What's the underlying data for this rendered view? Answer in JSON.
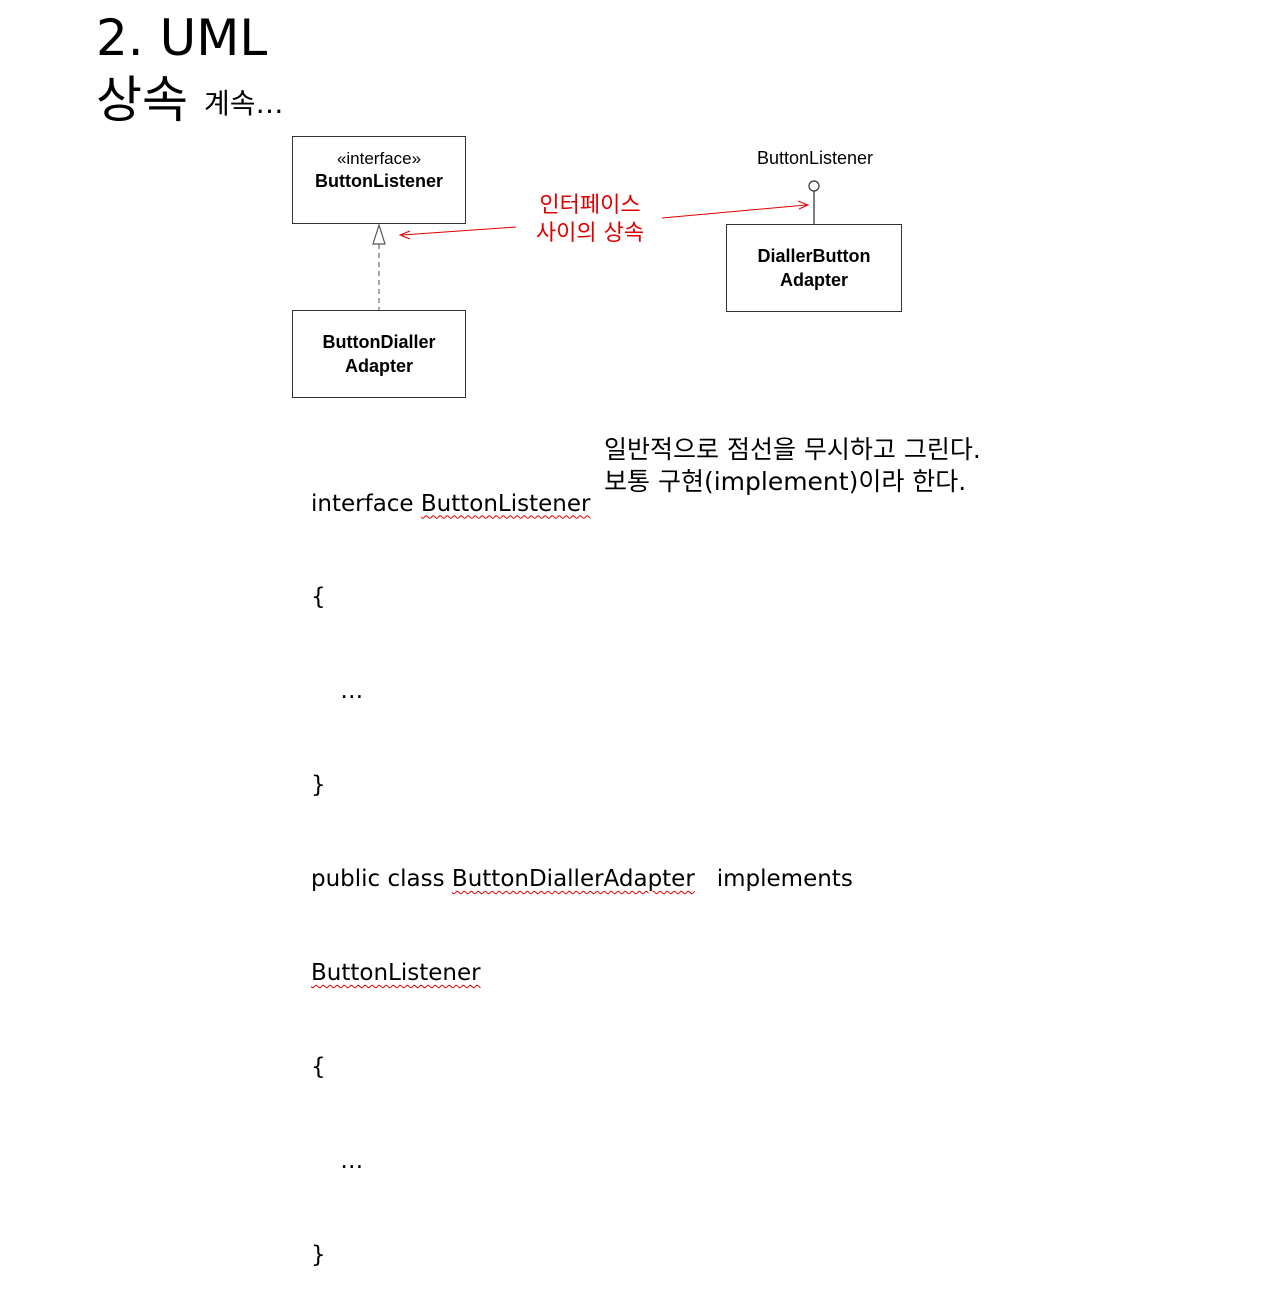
{
  "title": {
    "line1": "2. UML",
    "line2_main": "상속",
    "line2_sub": "계속…"
  },
  "diagram": {
    "interface_box": {
      "stereotype": "«interface»",
      "name": "ButtonListener"
    },
    "button_dialler_adapter": {
      "line1": "ButtonDialler",
      "line2": "Adapter"
    },
    "dialler_button_adapter": {
      "line1": "DiallerButton",
      "line2": "Adapter"
    },
    "lollipop_label": "ButtonListener",
    "annotation": {
      "line1": "인터페이스",
      "line2": "사이의 상속",
      "color": "#e00000"
    }
  },
  "code": {
    "l1_kw": "interface ",
    "l1_name": "ButtonListener",
    "l2": "{",
    "l3": "    …",
    "l4": "}",
    "l5_kw": "public class ",
    "l5_name": "ButtonDiallerAdapter",
    "l5_tail": "   implements",
    "l6_name": "ButtonListener",
    "l7": "{",
    "l8": "    …",
    "l9": "}"
  },
  "note": {
    "line1": "일반적으로 점선을 무시하고 그린다.",
    "line2": "보통 구현(implement)이라 한다."
  }
}
